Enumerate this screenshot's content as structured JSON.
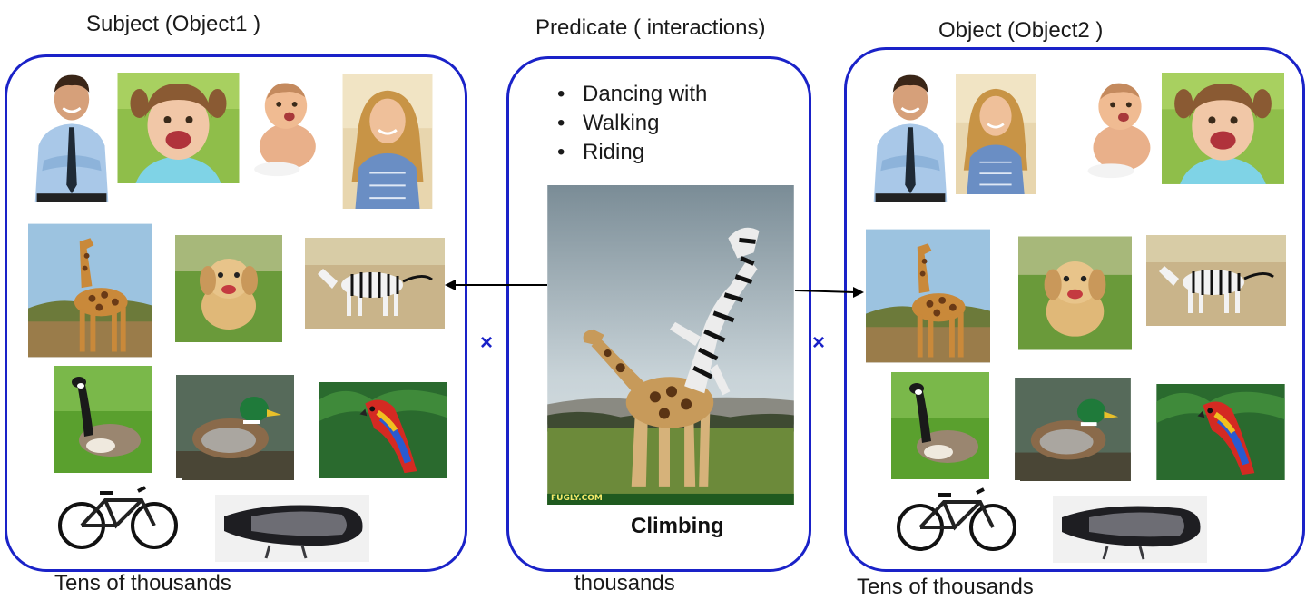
{
  "subject": {
    "title": "Subject (Object1 )",
    "footer": "Tens of  thousands",
    "images": [
      "man-photo",
      "girl-photo",
      "baby-photo",
      "woman-photo",
      "giraffe-photo",
      "puppy-photo",
      "zebra-photo",
      "goose-photo",
      "duck-photo",
      "parrot-photo",
      "bicycle-photo",
      "vr-headset-photo"
    ]
  },
  "predicate": {
    "title": "Predicate ( interactions)",
    "footer": "thousands",
    "items": [
      "Dancing with",
      "Walking",
      "Riding"
    ],
    "caption": "Climbing",
    "watermark": "FUGLY.COM"
  },
  "object": {
    "title": "Object (Object2 )",
    "footer": "Tens of  thousands",
    "images": [
      "man-photo",
      "woman-photo",
      "baby-photo",
      "girl-photo",
      "giraffe-photo",
      "puppy-photo",
      "zebra-photo",
      "goose-photo",
      "duck-photo",
      "parrot-photo",
      "bicycle-photo",
      "vr-headset-photo"
    ]
  },
  "symbols": {
    "multiply": "×"
  },
  "colors": {
    "panel_border": "#1a22c8",
    "arrow": "#000000",
    "multiply": "#1a22c8"
  }
}
